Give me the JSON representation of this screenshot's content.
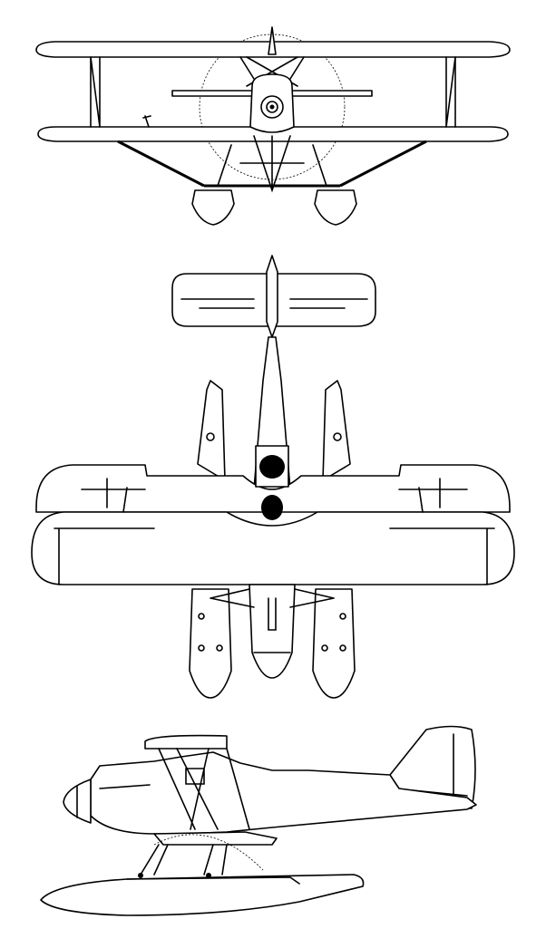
{
  "colors": {
    "ink": "#000000",
    "paper": "#ffffff"
  },
  "views": [
    "front-view",
    "top-view",
    "side-view"
  ]
}
